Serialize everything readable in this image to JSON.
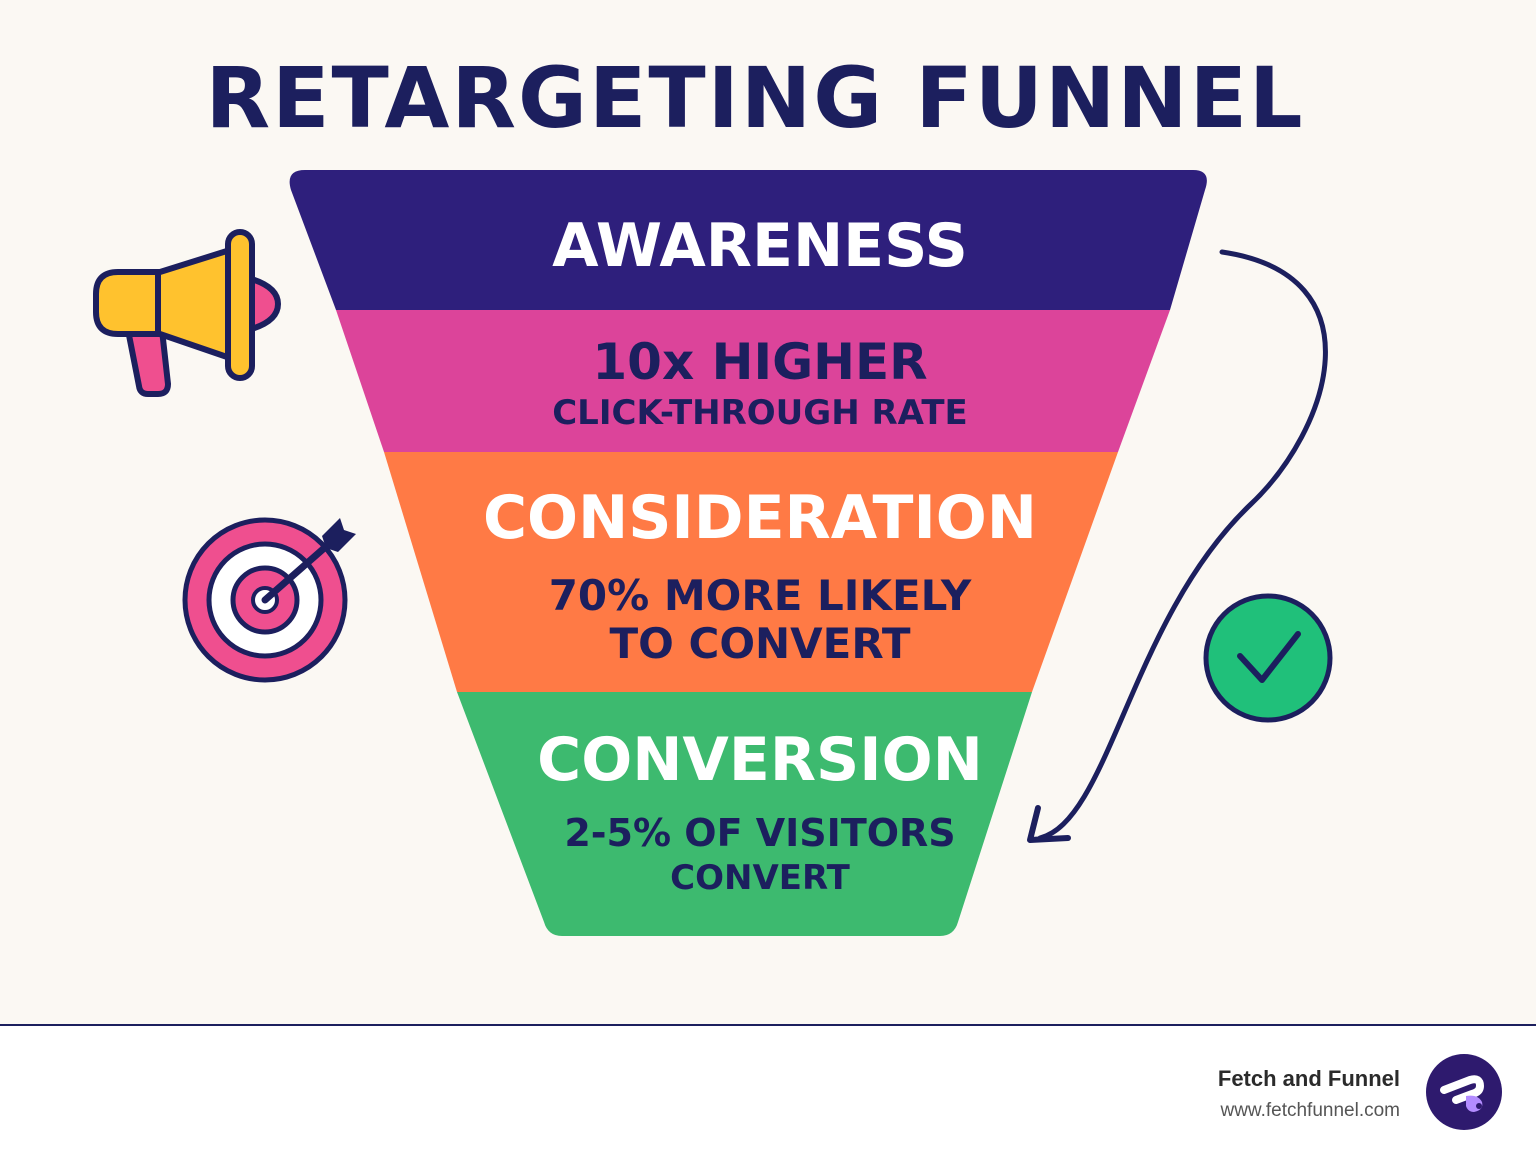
{
  "title": "RETARGETING FUNNEL",
  "stages": [
    {
      "label": "AWARENESS",
      "color": "#2e1f7c"
    },
    {
      "stat_line1": "10x HIGHER",
      "stat_line2": "CLICK-THROUGH RATE",
      "color": "#dc449a"
    },
    {
      "label": "CONSIDERATION",
      "stat_line1": "70% MORE LIKELY",
      "stat_line2": "TO CONVERT",
      "color": "#ff7a45"
    },
    {
      "label": "CONVERSION",
      "stat_line1": "2-5% OF VISITORS",
      "stat_line2": "CONVERT",
      "color": "#3dba6f"
    }
  ],
  "icons": {
    "left_top": "megaphone-icon",
    "left_middle": "target-icon",
    "right": "checkmark-icon",
    "flow": "curved-arrow-icon"
  },
  "colors": {
    "title": "#1c1f5e",
    "background": "#fbf8f3",
    "accent_yellow": "#ffc22e",
    "accent_pink": "#ef4f8f",
    "check_green": "#20c07a"
  },
  "footer": {
    "brand_name": "Fetch and Funnel",
    "brand_url": "www.fetchfunnel.com"
  }
}
